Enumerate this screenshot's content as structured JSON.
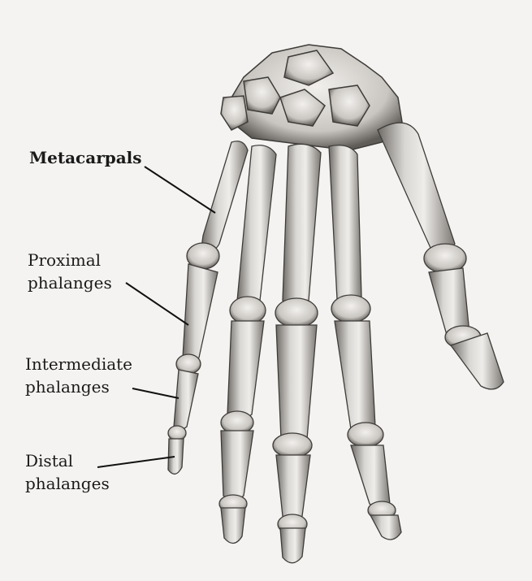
{
  "labels": {
    "metacarpals": "Metacarpals",
    "proximal_1": "Proximal",
    "proximal_2": "phalanges",
    "intermediate_1": "Intermediate",
    "intermediate_2": "phalanges",
    "distal_1": "Distal",
    "distal_2": "phalanges"
  },
  "colors": {
    "background": "#f4f3f1",
    "bone_light": "#e6e4e1",
    "bone_shade": "#6e6b67",
    "line": "#111111"
  }
}
